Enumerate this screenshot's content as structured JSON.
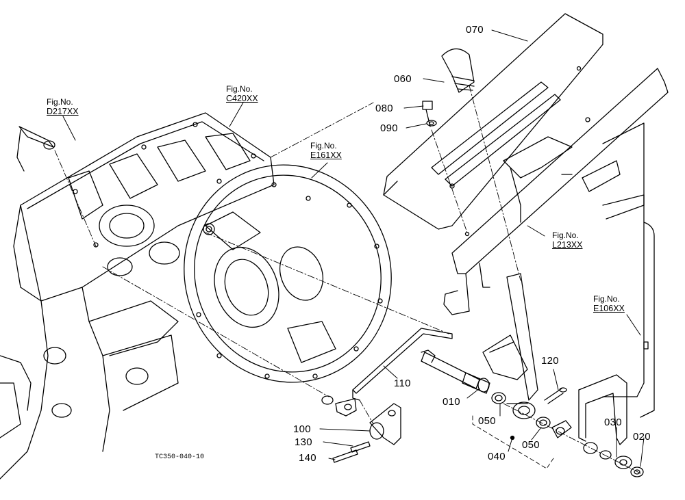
{
  "parts": {
    "p070": "070",
    "p060": "060",
    "p080": "080",
    "p090": "090",
    "p120": "120",
    "p110": "110",
    "p010": "010",
    "p050a": "050",
    "p050b": "050",
    "p040": "040",
    "p100": "100",
    "p130": "130",
    "p140": "140",
    "p030": "030",
    "p020": "020"
  },
  "figures": {
    "d217": {
      "label": "Fig.No.",
      "ref": "D217XX"
    },
    "c420": {
      "label": "Fig.No.",
      "ref": "C420XX"
    },
    "e161": {
      "label": "Fig.No.",
      "ref": "E161XX"
    },
    "l213": {
      "label": "Fig.No.",
      "ref": "L213XX"
    },
    "e106": {
      "label": "Fig.No.",
      "ref": "E106XX"
    }
  },
  "drawing_code": "TC350-040-10"
}
